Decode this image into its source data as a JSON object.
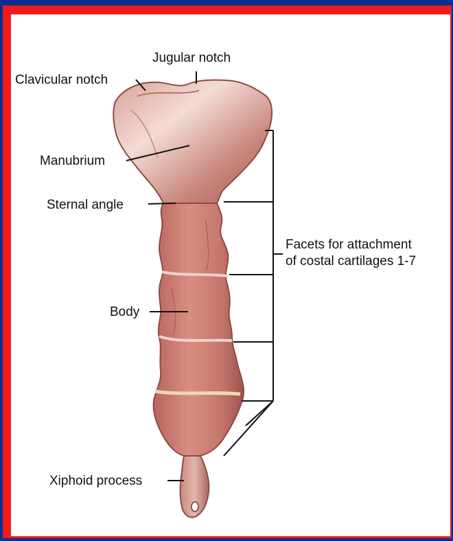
{
  "labels": {
    "jugular_notch": "Jugular notch",
    "clavicular_notch": "Clavicular notch",
    "manubrium": "Manubrium",
    "sternal_angle": "Sternal angle",
    "facets_line1": "Facets for attachment",
    "facets_line2": "of costal cartilages 1-7",
    "body": "Body",
    "xiphoid_process": "Xiphoid process"
  },
  "colors": {
    "outer_frame": "#0b2f8f",
    "inner_border": "#ee1c1c",
    "panel": "#ffffff",
    "bone": "#c9786e",
    "bone_light": "#e8c6bd",
    "bone_dark": "#8e4a44"
  }
}
